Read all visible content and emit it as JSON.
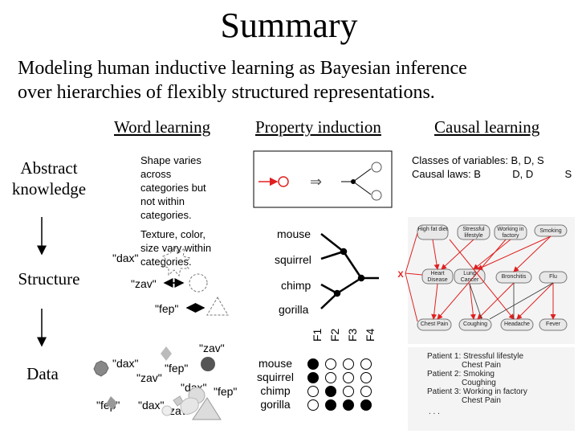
{
  "slide": {
    "title": "Summary",
    "subtitle_line1": "Modeling human inductive learning as Bayesian inference",
    "subtitle_line2": "over hierarchies of flexibly structured representations."
  },
  "columns": {
    "word_learning": "Word learning",
    "property_induction": "Property induction",
    "causal_learning": "Causal learning"
  },
  "rows": {
    "abstract_line1": "Abstract",
    "abstract_line2": "knowledge",
    "structure": "Structure",
    "data": "Data"
  },
  "word": {
    "abstract_text": [
      "Shape varies",
      "across",
      "categories but",
      "not within",
      "categories."
    ],
    "structure_text": [
      "Texture, color,",
      "size vary within",
      "categories."
    ],
    "labels": {
      "dax": "\"dax\"",
      "zav": "\"zav\"",
      "fep": "\"fep\""
    }
  },
  "property": {
    "animals": [
      "mouse",
      "squirrel",
      "chimp",
      "gorilla"
    ],
    "features": [
      "F1",
      "F2",
      "F3",
      "F4"
    ],
    "matrix": [
      [
        1,
        0,
        0,
        0
      ],
      [
        1,
        0,
        0,
        0
      ],
      [
        0,
        1,
        0,
        0
      ],
      [
        0,
        1,
        1,
        1
      ]
    ]
  },
  "causal": {
    "abstract_line1": "Classes of variables: B, D, S",
    "abstract_line2_a": "Causal laws: B",
    "abstract_line2_b": "D,  D",
    "abstract_line2_c": "S",
    "nodes": {
      "high_fat_diet": "High fat diet",
      "stressful_lifestyle": "Stressful lifestyle",
      "working_factory": "Working in factory",
      "smoking": "Smoking",
      "heart_disease": "Heart Disease",
      "lung_cancer": "Lung Cancer",
      "bronchitis": "Bronchitis",
      "flu": "Flu",
      "chest_pain": "Chest Pain",
      "coughing": "Coughing",
      "headache": "Headache",
      "fever": "Fever"
    },
    "patients": [
      {
        "label": "Patient 1:",
        "items": [
          "Stressful lifestyle",
          "Chest Pain"
        ]
      },
      {
        "label": "Patient 2:",
        "items": [
          "Smoking",
          "Coughing"
        ]
      },
      {
        "label": "Patient 3:",
        "items": [
          "Working in factory",
          "Chest Pain"
        ]
      }
    ],
    "ellipsis": ". . ."
  },
  "colors": {
    "red": "#e02020",
    "gray": "#888888",
    "dark": "#555555"
  }
}
